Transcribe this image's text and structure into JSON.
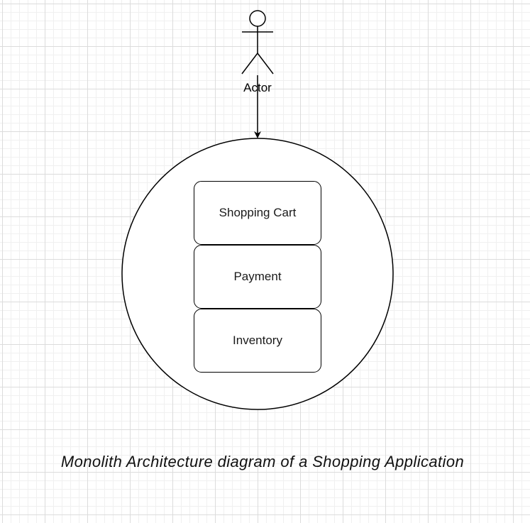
{
  "actor": {
    "label": "Actor"
  },
  "system": {
    "components": [
      {
        "label": "Shopping Cart"
      },
      {
        "label": "Payment"
      },
      {
        "label": "Inventory"
      }
    ]
  },
  "caption": "Monolith Architecture diagram of a Shopping Application",
  "colors": {
    "stroke": "#000000",
    "grid": "#dcdcdc",
    "background": "#ffffff"
  }
}
